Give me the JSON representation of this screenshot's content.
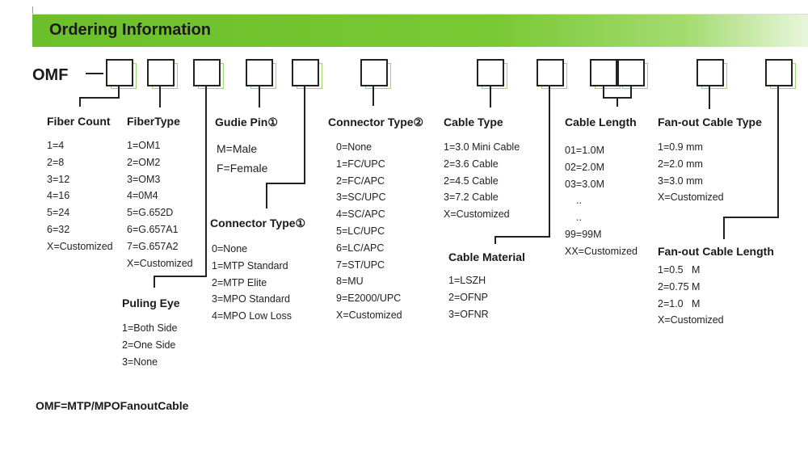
{
  "header": {
    "title": "Ordering Information"
  },
  "code": {
    "prefix": "OMF"
  },
  "groups": [
    {
      "title": "Fiber Count",
      "items": [
        "1=4",
        "2=8",
        "3=12",
        "4=16",
        "5=24",
        "6=32",
        "X=Customized"
      ]
    },
    {
      "title": "FiberType",
      "items": [
        "1=OM1",
        "2=OM2",
        "3=OM3",
        "4=0M4",
        "5=G.652D",
        "6=G.657A1",
        "7=G.657A2",
        "X=Customized"
      ]
    },
    {
      "title": "Gudie Pin①",
      "items": [
        "M=Male",
        "F=Female"
      ]
    },
    {
      "title": "Connector Type②",
      "items": [
        "0=None",
        "1=FC/UPC",
        "2=FC/APC",
        "3=SC/UPC",
        "4=SC/APC",
        "5=LC/UPC",
        "6=LC/APC",
        "7=ST/UPC",
        "8=MU",
        "9=E2000/UPC",
        "X=Customized"
      ]
    },
    {
      "title": "Cable Type",
      "items": [
        "1=3.0 Mini Cable",
        "2=3.6 Cable",
        "2=4.5 Cable",
        "3=7.2 Cable",
        "X=Customized"
      ]
    },
    {
      "title": "Cable Length",
      "items": [
        "01=1.0M",
        "02=2.0M",
        "03=3.0M",
        "..",
        "..",
        "99=99M",
        "XX=Customized"
      ]
    },
    {
      "title": "Fan-out Cable Type",
      "items": [
        "1=0.9 mm",
        "2=2.0 mm",
        "3=3.0 mm",
        "X=Customized"
      ]
    },
    {
      "title": "Puling Eye",
      "items": [
        "1=Both Side",
        "2=One Side",
        "3=None"
      ]
    },
    {
      "title": "Connector Type①",
      "items": [
        "0=None",
        "1=MTP  Standard",
        "2=MTP  Elite",
        "3=MPO Standard",
        "4=MPO Low Loss"
      ]
    },
    {
      "title": "Cable Material",
      "items": [
        "1=LSZH",
        "2=OFNP",
        "3=OFNR"
      ]
    },
    {
      "title": "Fan-out Cable  Length",
      "items": [
        "1=0.5   M",
        "2=0.75 M",
        "2=1.0   M",
        "X=Customized"
      ]
    }
  ],
  "footer": {
    "text": "OMF=MTP/MPOFanoutCable"
  }
}
